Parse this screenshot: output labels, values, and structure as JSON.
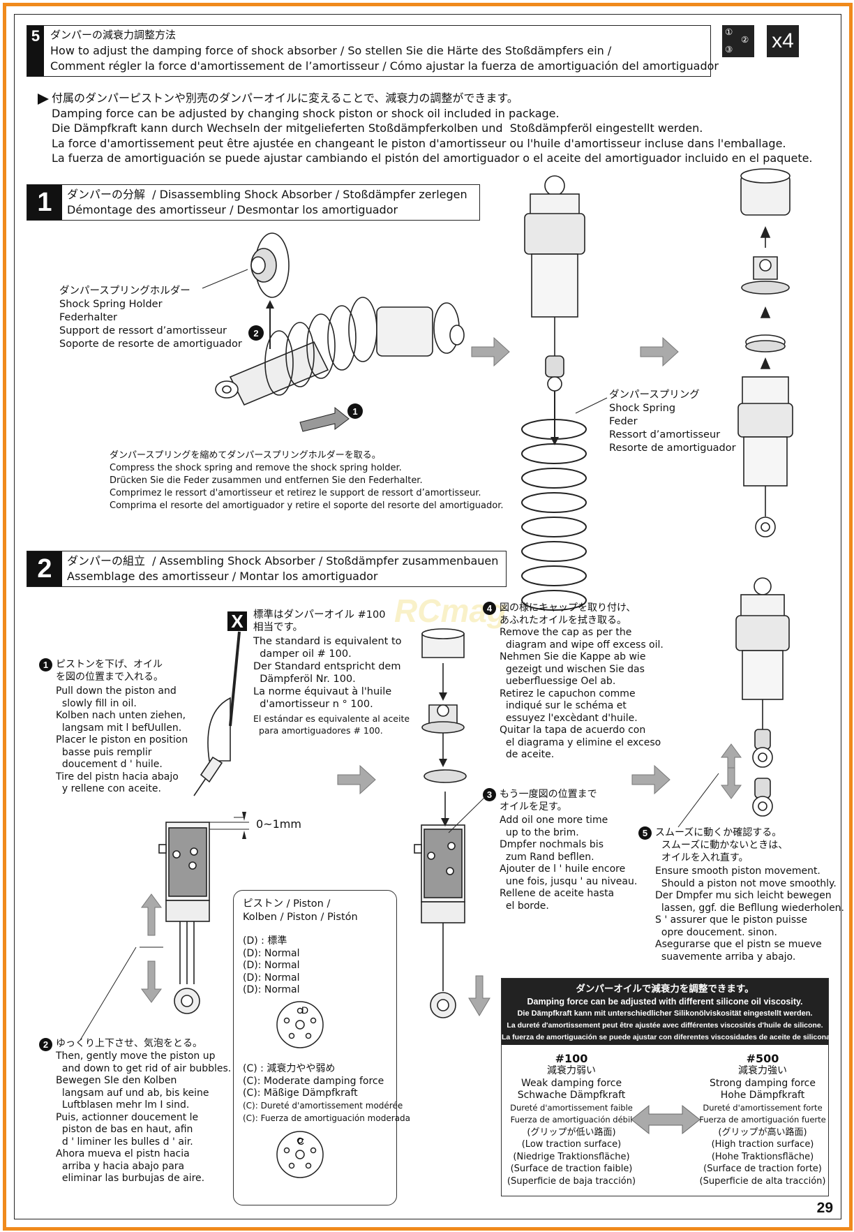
{
  "step5": {
    "num": "5",
    "title_jp": "ダンパーの減衰力調整方法",
    "title_en": "How to adjust the damping force of shock absorber / So stellen Sie die Härte des Stoßdämpfers ein /",
    "title_fr_es": "Comment régler la force d'amortissement de l’amortisseur / Cómo ajustar la fuerza de amortiguación del amortiguador",
    "order_badge_lines": [
      "①",
      "②",
      "③"
    ],
    "qty": "x4"
  },
  "intro": [
    "付属のダンパーピストンや別売のダンパーオイルに変えることで、減衰力の調整ができます。",
    "Damping force can be adjusted by changing shock piston or shock oil included in package.",
    "Die Dämpfkraft kann durch Wechseln der mitgelieferten Stoßdämpferkolben und  Stoßdämpferöl eingestellt werden.",
    "La force d'amortissement peut être ajustée en changeant le piston d'amortisseur ou l'huile d'amortisseur incluse dans l'emballage.",
    "La fuerza de amortiguación se puede ajustar cambiando el pistón del amortiguador o el aceite del amortiguador incluido en el paquete."
  ],
  "sub1": {
    "num": "1",
    "line1": "ダンパーの分解  / Disassembling Shock Absorber / Stoßdämpfer zerlegen",
    "line2": "Démontage des amortisseur / Desmontar los amortiguador",
    "holder_label": "ダンパースプリングホルダー\nShock Spring Holder\nFederhalter\nSupport de ressort d’amortisseur\nSoporte de resorte de amortiguador",
    "spring_label": "ダンパースプリング\nShock Spring\nFeder\nRessort d’amortisseur\nResorte de amortiguador",
    "instructions": "ダンパースプリングを縮めてダンパースプリングホルダーを取る。\nCompress the shock spring and remove the shock spring holder.\nDrücken Sie die Feder zusammen und entfernen Sie den Federhalter.\nComprimez le ressort d'amortisseur et retirez le support de ressort d’amortisseur.\nComprima el resorte del amortiguador y retire el soporte del resorte del amortiguador.",
    "callout1": "1",
    "callout2": "2"
  },
  "sub2": {
    "num": "2",
    "line1": "ダンパーの組立  / Assembling Shock Absorber / Stoßdämpfer zusammenbauen",
    "line2": "Assemblage des amortisseur / Montar los amortiguador",
    "oil_mark": "X",
    "oil_note_jp": "標準はダンパーオイル #100\n相当です。",
    "oil_note": "The standard is equivalent to\n  damper oil # 100.\nDer Standard entspricht dem\n  Dämpferöl Nr. 100.\nLa norme équivaut à l'huile\n  d'amortisseur n ° 100.",
    "oil_note_es": "El estándar es equivalente al aceite\n  para amortiguadores # 100.",
    "step1_num": "1",
    "step1_jp": "ピストンを下げ、オイル\nを図の位置まで入れる。",
    "step1": "Pull down the piston and\n  slowly fill in oil.\nKolben nach unten ziehen,\n  langsam mit l befUullen.\nPlacer le piston en position\n  basse puis remplir\n  doucement d ' huile.\nTire del pistn hacia abajo\n  y rellene con aceite.",
    "gap": "0~1mm",
    "step2_num": "2",
    "step2_jp": "ゆっくり上下させ、気泡をとる。",
    "step2": "Then, gently move the piston up\n  and down to get rid of air bubbles.\nBewegen SIe den Kolben\n  langsam auf und ab, bis keine\n  Luftblasen mehr lm I sind.\nPuis, actionner doucement le\n  piston de bas en haut, afin\n  d ' liminer les bulles d ' air.\nAhora mueva el pistn hacia\n  arriba y hacia abajo para\n  eliminar las burbujas de aire.",
    "step3_num": "3",
    "step3_jp": "もう一度図の位置まで\nオイルを足す。",
    "step3": "Add oil one more time\n  up to the brim.\nDmpfer nochmals bis\n  zum Rand befllen.\nAjouter de l ' huile encore\n  une fois, jusqu ' au niveau.\nRellene de aceite hasta\n  el borde.",
    "step4_num": "4",
    "step4_jp": "図の様にキャップを取り付け、\nあふれたオイルを拭き取る。",
    "step4": "Remove the cap as per the\n  diagram and wipe off excess oil.\nNehmen Sie die Kappe ab wie\n  gezeigt und wischen Sie das\n  ueberfluessige Oel ab.\nRetirez le capuchon comme\n  indiqué sur le schéma et\n  essuyez l'excèdant d'huile.\nQuitar la tapa de acuerdo con\n  el diagrama y elimine el exceso\n  de aceite.",
    "step5_num": "5",
    "step5_jp": "スムーズに動くか確認する。\n  スムーズに動かないときは、\n  オイルを入れ直す。",
    "step5": "Ensure smooth piston movement.\n  Should a piston not move smoothly.\nDer Dmpfer mu sich leicht bewegen\n  lassen, ggf. die Befllung wiederholen.\nS ' assurer que le piston puisse\n  opre doucement. sinon.\nAsegurarse que el pistn se mueve\n  suavemente arriba y abajo."
  },
  "piston_box": {
    "title": "ピストン / Piston /\nKolben / Piston / Pistón",
    "d_lines": "(D) : 標準\n(D): Normal\n(D): Normal\n(D): Normal\n(D): Normal",
    "d_mark": "D",
    "c_lines": "(C) : 減衰力やや弱め\n(C): Moderate damping force\n(C): Mäßige Dämpfkraft",
    "c_lines_small": "(C): Dureté d'amortissement modérée\n(C): Fuerza de amortiguación moderada",
    "c_mark": "C"
  },
  "oil_box": {
    "h1": "ダンパーオイルで減衰力を調整できます。",
    "h2": "Damping force can be adjusted with different silicone oil viscosity.",
    "h3": "Die Dämpfkraft kann mit unterschiedlicher Silikonölviskosität eingestellt werden.",
    "h4": "La dureté d'amortissement peut être ajustée avec différentes viscosités d'huile de silicone.",
    "h5": "La fuerza de amortiguación se puede ajustar con diferentes viscosidades de aceite de silicona.",
    "left_title": "#100",
    "left_body": "減衰力弱い\nWeak damping force\nSchwache Dämpfkraft",
    "left_small": "Dureté d'amortissement faible\nFuerza de amortiguación débil",
    "left_tail": "(グリップが低い路面)\n(Low traction surface)\n(Niedrige Traktionsfläche)\n(Surface de traction faible)\n(Superficie de baja tracción)",
    "right_title": "#500",
    "right_body": "減衰力強い\nStrong damping force\nHohe Dämpfkraft",
    "right_small": "Dureté d'amortissement forte\nFuerza de amortiguación fuerte",
    "right_tail": "(グリップが高い路面)\n(High traction surface)\n(Hohe Traktionsfläche)\n(Surface de traction forte)\n(Superficie de alta tracción)"
  },
  "watermark": "RCmag",
  "page_number": "29",
  "colors": {
    "frame": "#f08a1c",
    "arrow": "#9a9a9a",
    "dark": "#222222"
  }
}
